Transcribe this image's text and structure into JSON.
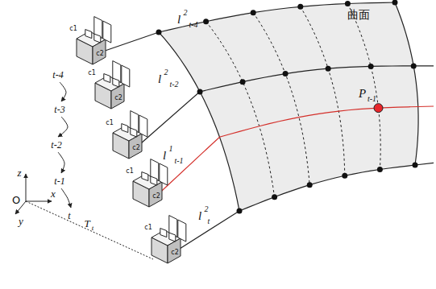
{
  "diagram": {
    "labels": [
      "曲面",
      "l",
      "2",
      "t-4",
      "l",
      "2",
      "t-2",
      "l",
      "1",
      "t-1",
      "l",
      "2",
      "t",
      "P",
      "t-1",
      "t-4",
      "t-3",
      "t-2",
      "t-1",
      "t",
      "z",
      "x",
      "y",
      "O",
      "T",
      "t",
      "c1",
      "c2",
      "c1",
      "c2",
      "c1",
      "c2",
      "c1",
      "c2",
      "c1",
      "c2"
    ]
  }
}
